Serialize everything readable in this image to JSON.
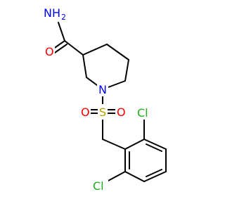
{
  "molecule": {
    "atom_labels": {
      "amide_n": "NH",
      "amide_h_subscript": "2",
      "amide_o": "O",
      "ring_n": "N",
      "sulfur": "S",
      "sulfonyl_o_left": "O",
      "sulfonyl_o_right": "O",
      "chlorine_top": "Cl",
      "chlorine_bottom": "Cl"
    },
    "colors": {
      "bond": "#000000",
      "nitrogen": "#0000ff",
      "oxygen": "#ff0000",
      "sulfur": "#b8a000",
      "chlorine": "#1fae1f"
    }
  }
}
